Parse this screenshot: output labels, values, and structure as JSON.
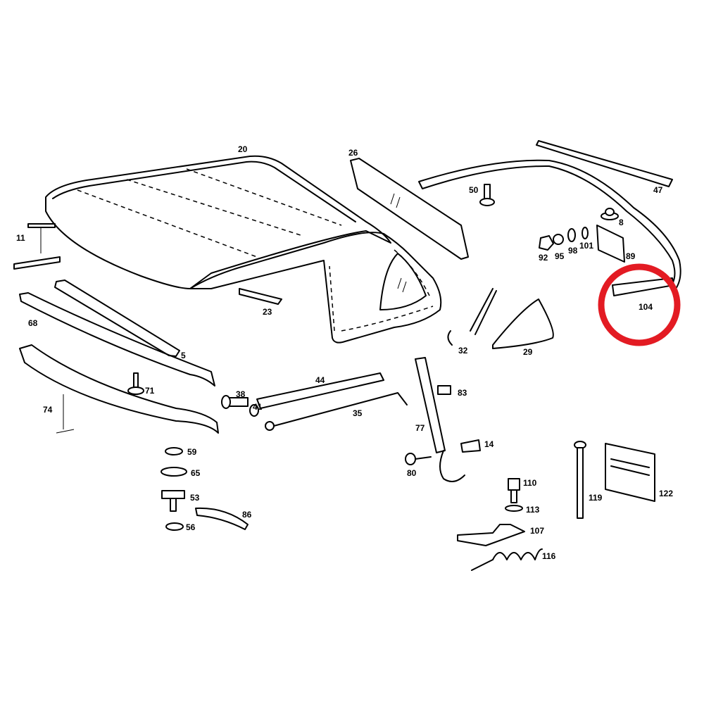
{
  "diagram": {
    "title": "Convertible soft top parts diagram",
    "highlight_color": "#e31b23",
    "highlighted_part": "104",
    "callouts": [
      "20",
      "26",
      "47",
      "50",
      "8",
      "92",
      "95",
      "98",
      "101",
      "89",
      "104",
      "11",
      "23",
      "68",
      "5",
      "32",
      "29",
      "71",
      "38",
      "44",
      "41",
      "35",
      "83",
      "74",
      "77",
      "14",
      "59",
      "65",
      "80",
      "53",
      "110",
      "113",
      "119",
      "122",
      "86",
      "56",
      "107",
      "116"
    ]
  }
}
